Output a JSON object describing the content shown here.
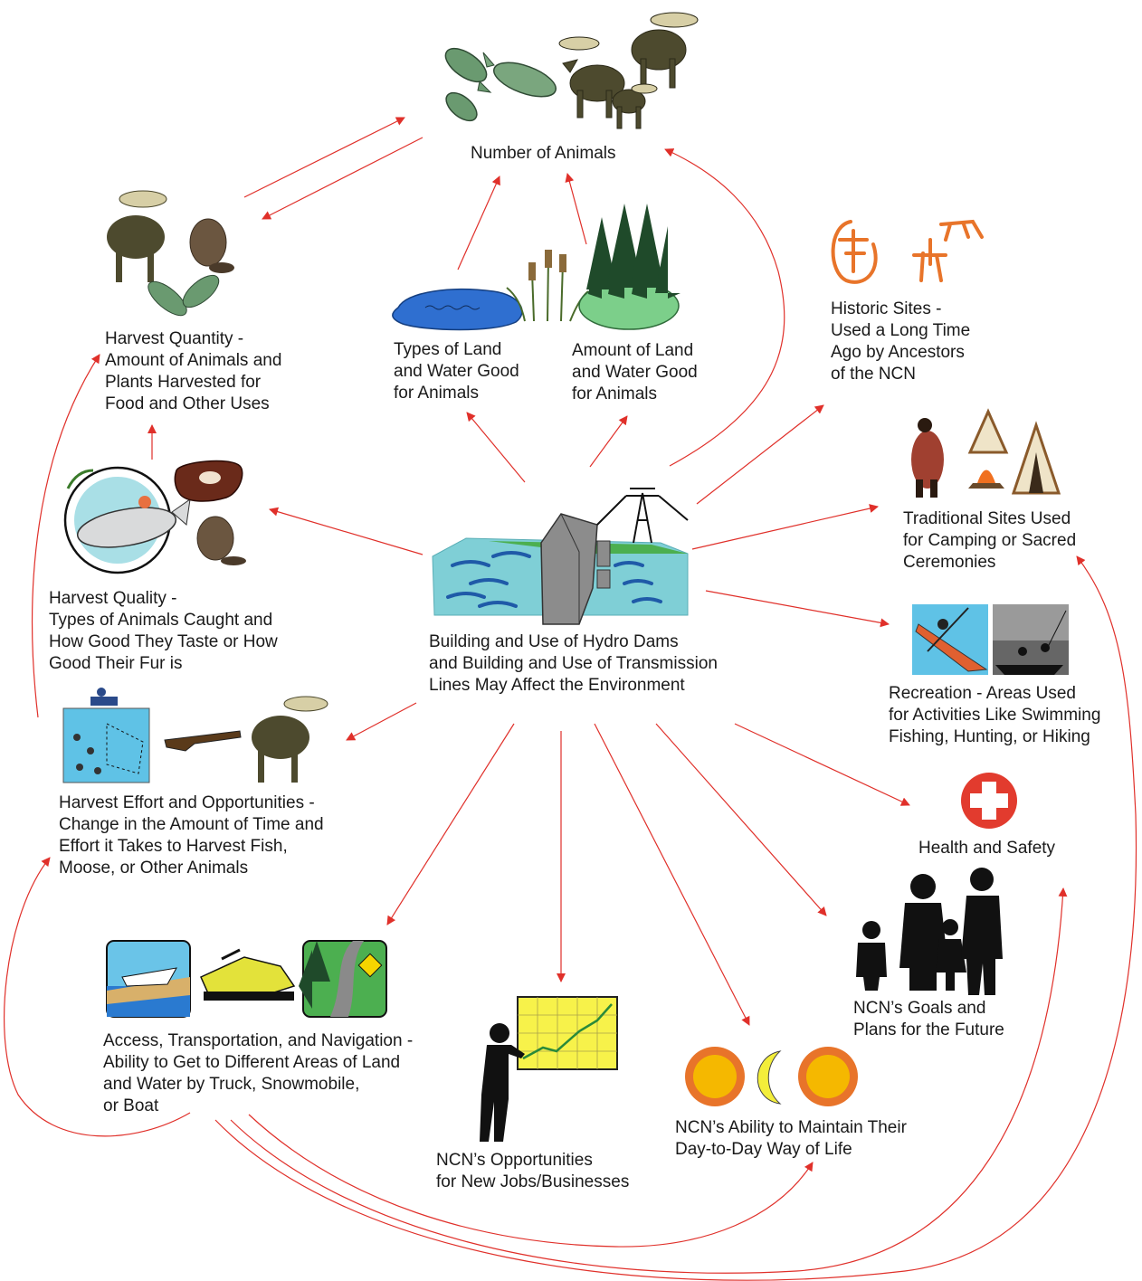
{
  "center": {
    "label": "Building and Use of Hydro Dams\nand Building and Use of Transmission\nLines May Affect the Environment"
  },
  "nodes": {
    "number_of_animals": "Number of Animals",
    "types_of_land": "Types of Land\nand Water Good\nfor Animals",
    "amount_of_land": "Amount of Land\nand Water Good\nfor Animals",
    "harvest_quantity": "Harvest Quantity -\nAmount of Animals and\nPlants Harvested for\nFood and Other Uses",
    "harvest_quality": "Harvest Quality -\nTypes of Animals Caught and\nHow Good They Taste or How\nGood Their Fur is",
    "harvest_effort": "Harvest Effort and Opportunities -\nChange in the Amount of Time and\nEffort it Takes to Harvest Fish,\nMoose, or Other Animals",
    "historic_sites": "Historic Sites -\nUsed a Long Time\nAgo by Ancestors\nof the NCN",
    "traditional_sites": "Traditional Sites Used\nfor Camping or Sacred\nCeremonies",
    "recreation": "Recreation  - Areas Used\nfor Activities Like Swimming\nFishing, Hunting, or Hiking",
    "health_safety": "Health and Safety",
    "goals_plans": "NCN’s Goals and\nPlans for the Future",
    "way_of_life": "NCN’s Ability to Maintain Their\nDay-to-Day Way of Life",
    "jobs": "NCN’s Opportunities\nfor New Jobs/Businesses",
    "access": "Access, Transportation, and Navigation -\nAbility to Get to Different Areas of Land\nand Water by Truck, Snowmobile,\nor Boat"
  },
  "colors": {
    "arrow": "#e0302a",
    "water": "#7fcfd6",
    "land": "#4caf50",
    "dam": "#8c8c8c",
    "moose": "#4d4a2e",
    "fish": "#6a9a70",
    "orange_art": "#e8742a",
    "sun": "#f5b800",
    "moon": "#f3ee3a",
    "red_cross": "#e23b2e",
    "tipi": "#8a5a2b",
    "silhouette": "#111111"
  },
  "icons": {
    "number_of_animals": [
      "fish-icon",
      "moose-icon"
    ],
    "habitat_water": "lake-icon",
    "habitat_land": "forest-island-icon",
    "harvest_quantity": [
      "moose-icon",
      "beaver-icon",
      "fish-icon"
    ],
    "harvest_quality": [
      "fish-plate-icon",
      "steak-icon",
      "beaver-icon"
    ],
    "harvest_effort": [
      "fishing-net-icon",
      "rifle-icon",
      "moose-icon"
    ],
    "historic_sites": "petroglyph-icon",
    "traditional_sites": [
      "dancer-icon",
      "campfire-icon",
      "tipi-icon"
    ],
    "recreation": [
      "kayak-icon",
      "boat-fishing-icon"
    ],
    "health_safety": "red-cross-icon",
    "goals_plans": "family-silhouette-icon",
    "way_of_life": [
      "sun-icon",
      "moon-icon"
    ],
    "jobs": "presenter-chart-icon",
    "access": [
      "boat-icon",
      "snowmobile-icon",
      "road-icon"
    ],
    "center": "hydro-dam-icon"
  }
}
